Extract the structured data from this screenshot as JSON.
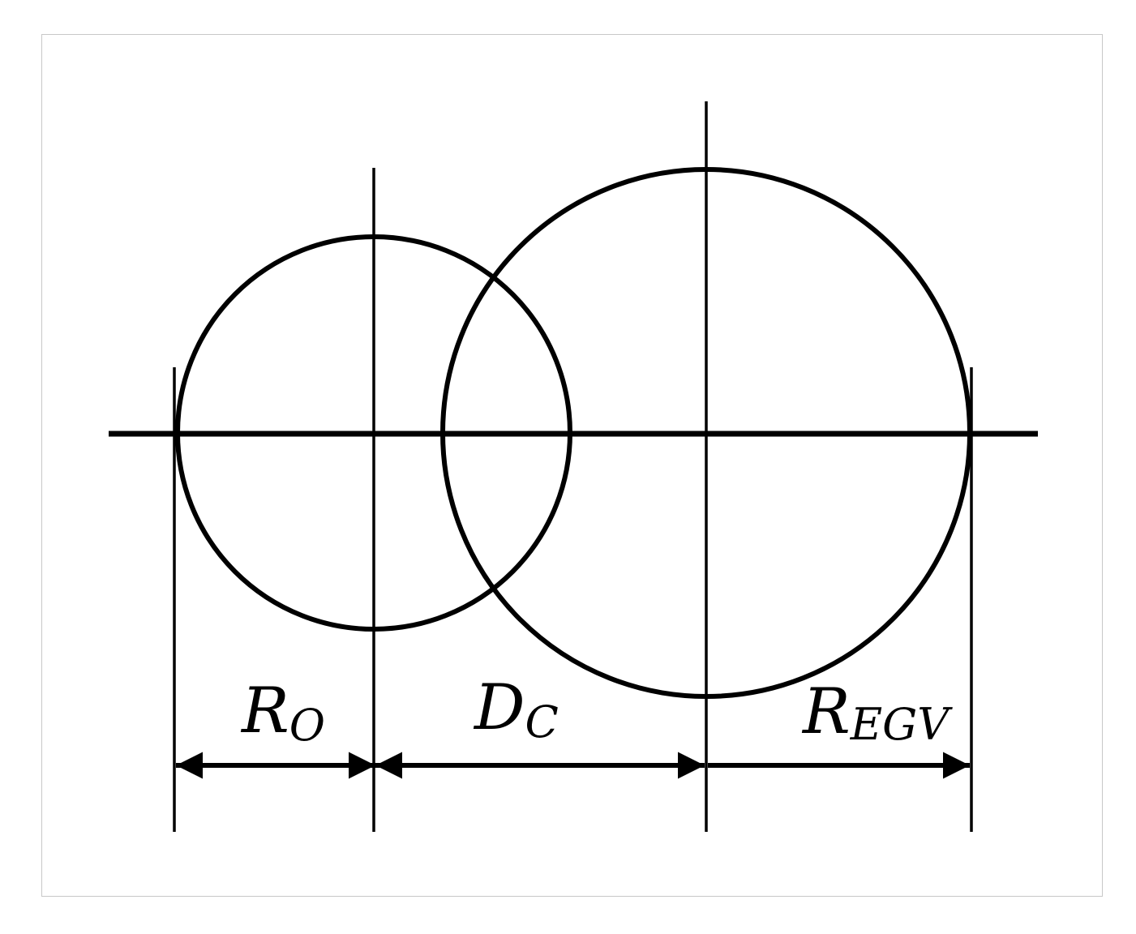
{
  "diagram": {
    "colors": {
      "stroke": "#000000",
      "frame_border": "#c8c8c8",
      "background": "#ffffff"
    },
    "labels": {
      "r_o": {
        "main": "R",
        "sub": "O"
      },
      "d_c": {
        "main": "D",
        "sub": "C"
      },
      "r_egv": {
        "main": "R",
        "sub": "EGV"
      }
    }
  }
}
